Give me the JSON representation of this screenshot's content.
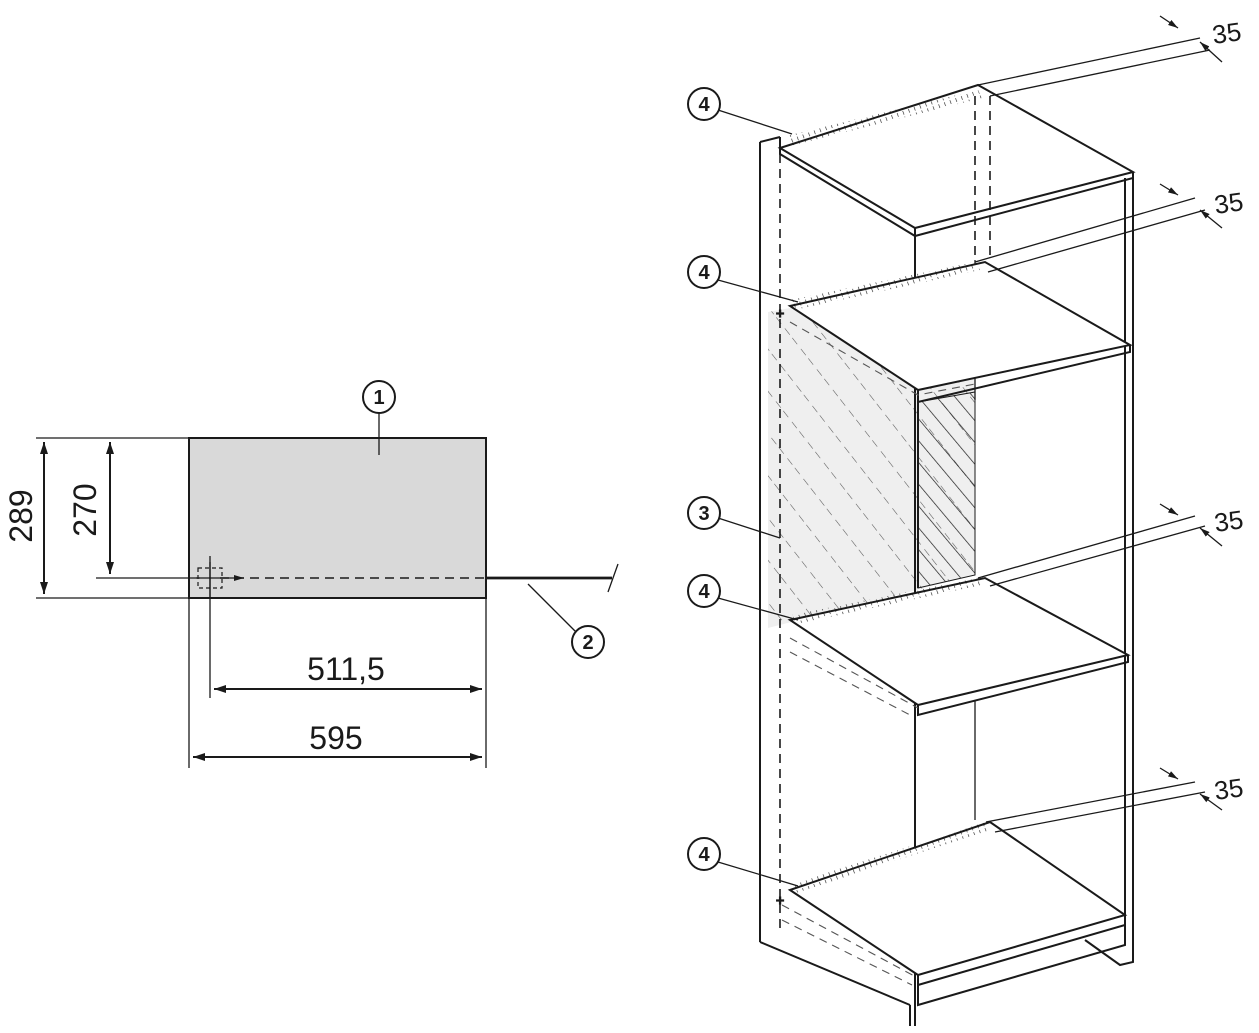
{
  "left_drawing": {
    "dimensions": {
      "height_outer": "289",
      "height_inner": "270",
      "width_inner": "511,5",
      "width_outer": "595"
    },
    "callouts": {
      "appliance": "1",
      "cable": "2"
    }
  },
  "right_drawing": {
    "callouts": {
      "top_vent": "4",
      "upper_shelf_vent": "4",
      "side_panel": "3",
      "lower_shelf_vent": "4",
      "bottom_vent": "4"
    },
    "clearances": {
      "top": "35",
      "upper": "35",
      "middle": "35",
      "bottom": "35"
    }
  },
  "colors": {
    "line": "#1a1a1a",
    "appliance_fill": "#d9d9d9",
    "panel_fill": "#efefef"
  }
}
